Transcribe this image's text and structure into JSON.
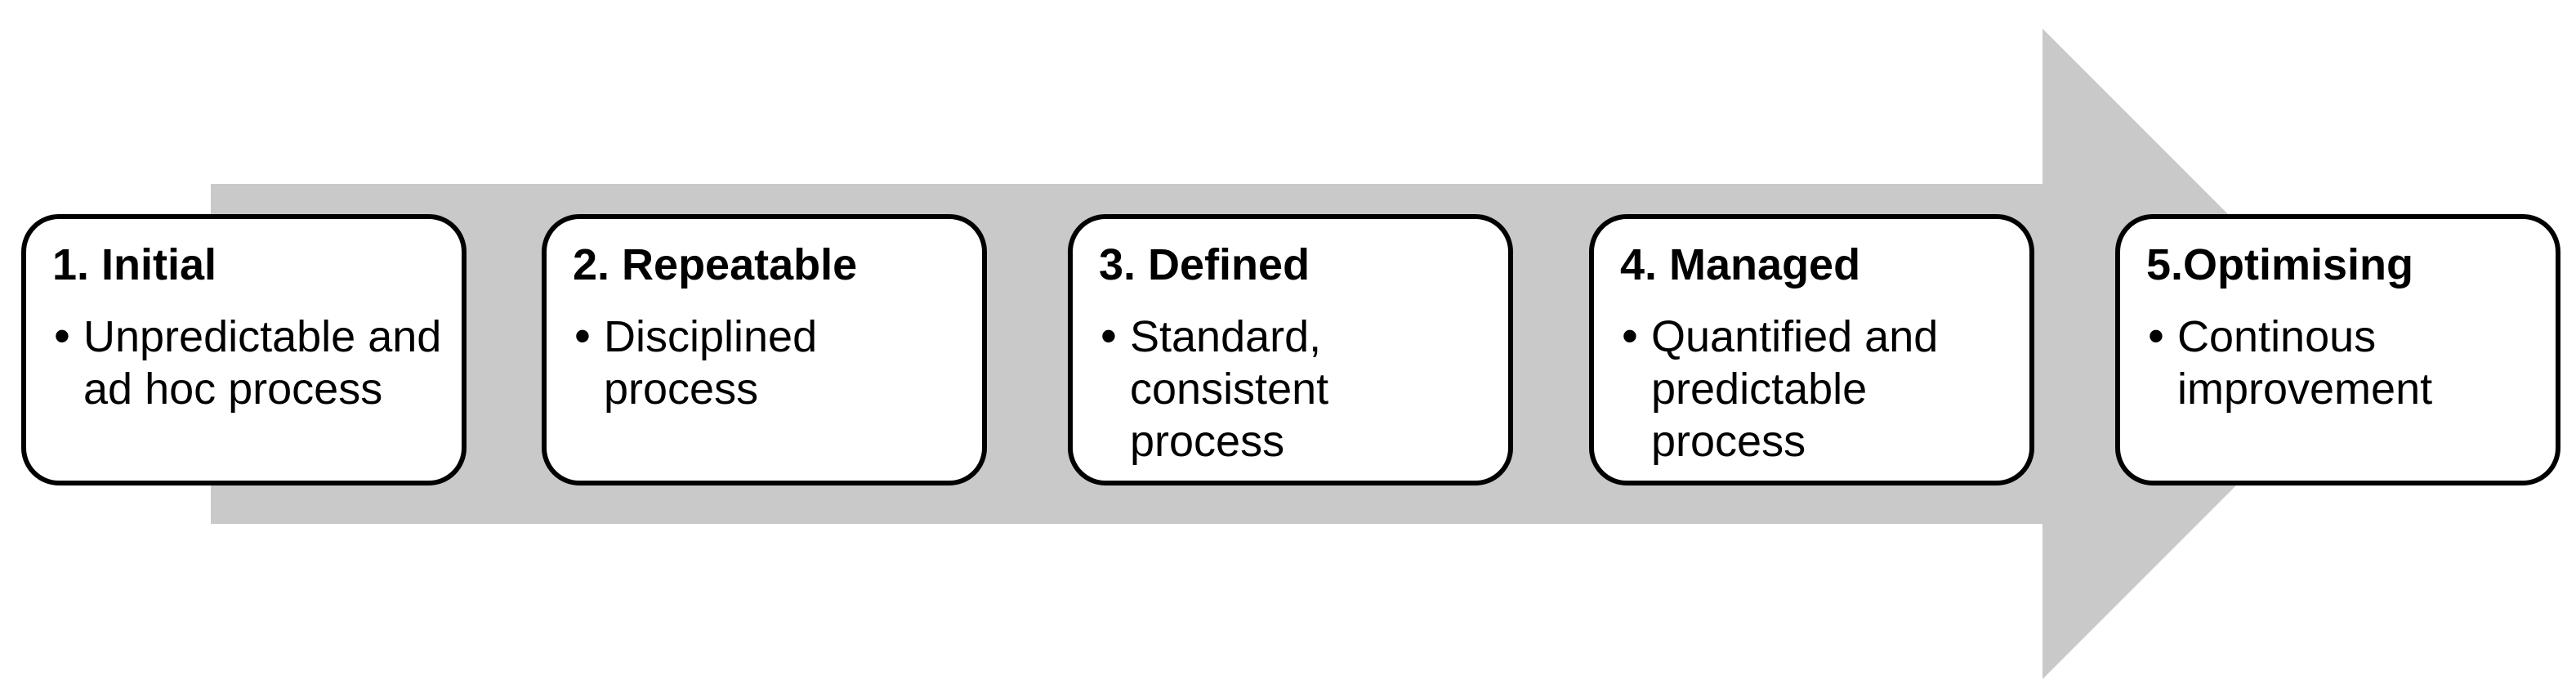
{
  "diagram": {
    "type": "process-arrow",
    "direction": "right",
    "stages": [
      {
        "title": "1. Initial",
        "bullets": [
          "Unpredictable and ad hoc process"
        ]
      },
      {
        "title": "2. Repeatable",
        "bullets": [
          "Disciplined process"
        ]
      },
      {
        "title": "3. Defined",
        "bullets": [
          "Standard, consistent process"
        ]
      },
      {
        "title": "4. Managed",
        "bullets": [
          "Quantified and predictable process"
        ]
      },
      {
        "title": "5.Optimising",
        "bullets": [
          "Continous improvement"
        ]
      }
    ],
    "colors": {
      "arrow_fill": "#c9c9c9",
      "box_background": "#ffffff",
      "box_border": "#000000",
      "text": "#000000",
      "page_background": "#ffffff"
    }
  }
}
